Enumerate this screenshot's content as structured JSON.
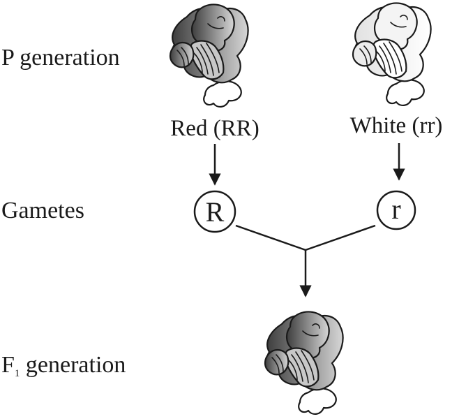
{
  "rows": {
    "p_generation": "P generation",
    "gametes": "Gametes",
    "f1_prefix": "F",
    "f1_subscript": "1",
    "f1_suffix": " generation"
  },
  "parents": {
    "left_label": "Red (RR)",
    "right_label": "White (rr)"
  },
  "alleles": {
    "left": "R",
    "right": "r"
  },
  "colors": {
    "red_flower_light": "#d6d6d6",
    "red_flower_dark": "#3e3e3e",
    "white_flower_light": "#ffffff",
    "white_flower_dark": "#e2e2e2"
  },
  "icons": {
    "parent_red": "snapdragon-flower-icon",
    "parent_white": "snapdragon-flower-icon",
    "offspring": "snapdragon-flower-icon"
  }
}
